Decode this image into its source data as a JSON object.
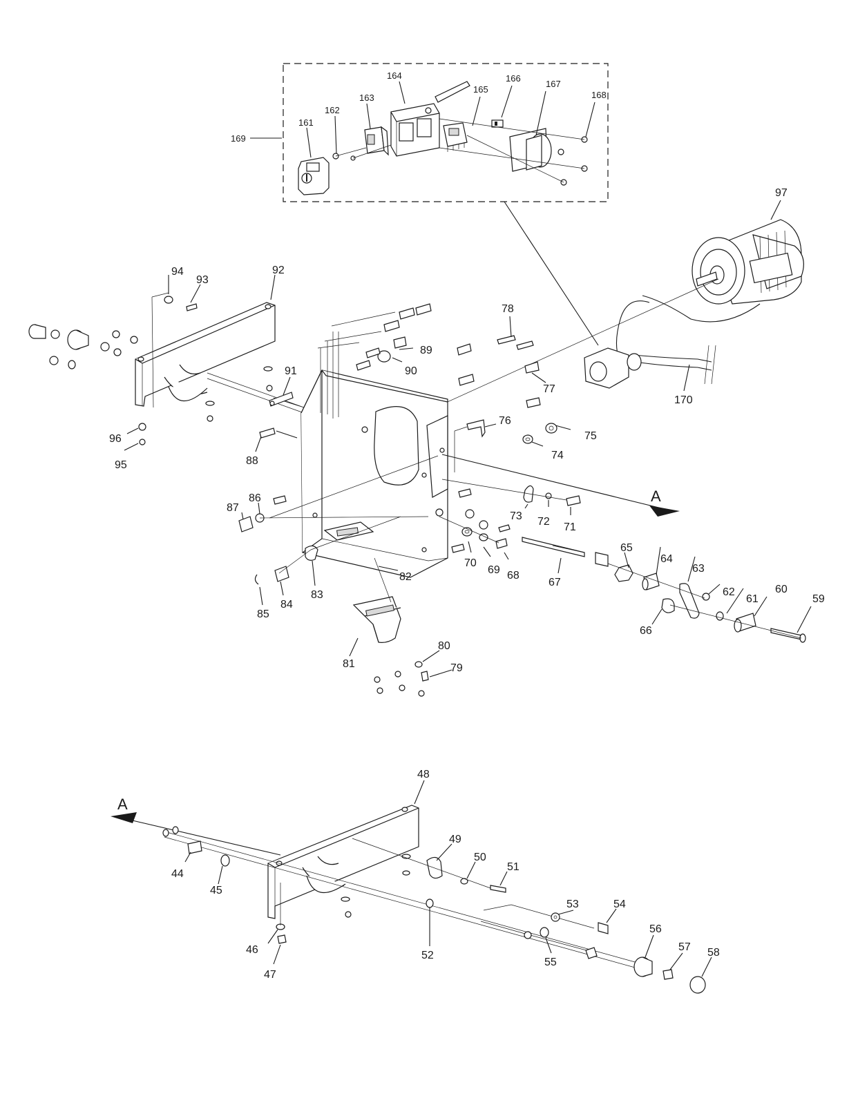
{
  "labels": {
    "p44": "44",
    "p45": "45",
    "p46": "46",
    "p47": "47",
    "p48": "48",
    "p49": "49",
    "p50": "50",
    "p51": "51",
    "p52": "52",
    "p53": "53",
    "p54": "54",
    "p55": "55",
    "p56": "56",
    "p57": "57",
    "p58": "58",
    "p59": "59",
    "p60": "60",
    "p61": "61",
    "p62": "62",
    "p63": "63",
    "p64": "64",
    "p65": "65",
    "p66": "66",
    "p67": "67",
    "p68": "68",
    "p69": "69",
    "p70": "70",
    "p71": "71",
    "p72": "72",
    "p73": "73",
    "p74": "74",
    "p75": "75",
    "p76": "76",
    "p77": "77",
    "p78": "78",
    "p79": "79",
    "p80": "80",
    "p81": "81",
    "p82": "82",
    "p83": "83",
    "p84": "84",
    "p85": "85",
    "p86": "86",
    "p87": "87",
    "p88": "88",
    "p89": "89",
    "p90": "90",
    "p91": "91",
    "p92": "92",
    "p93": "93",
    "p94": "94",
    "p95": "95",
    "p96": "96",
    "p97": "97",
    "p161": "161",
    "p162": "162",
    "p163": "163",
    "p164": "164",
    "p165": "165",
    "p166": "166",
    "p167": "167",
    "p168": "168",
    "p169": "169",
    "p170": "170"
  },
  "section_markers": {
    "upper": "A",
    "lower": "A"
  }
}
